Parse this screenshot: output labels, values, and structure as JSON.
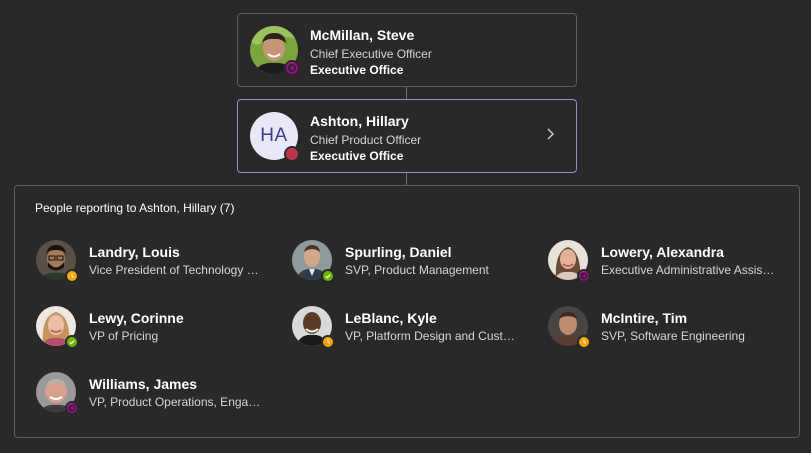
{
  "manager": {
    "name": "McMillan, Steve",
    "title": "Chief Executive Officer",
    "department": "Executive Office",
    "status": "away-ooo",
    "avatar_bg": "#7aa53a"
  },
  "focus": {
    "name": "Ashton, Hillary",
    "title": "Chief Product Officer",
    "department": "Executive Office",
    "initials": "HA",
    "status": "busy",
    "chevron_icon": "chevron-right-icon"
  },
  "reports": {
    "heading": "People reporting to Ashton, Hillary (7)",
    "people": [
      {
        "name": "Landry, Louis",
        "title": "Vice President of Technology Strategy",
        "status": "away"
      },
      {
        "name": "Spurling, Daniel",
        "title": "SVP, Product Management",
        "status": "available"
      },
      {
        "name": "Lowery, Alexandra",
        "title": "Executive Administrative Assistant",
        "status": "ooo"
      },
      {
        "name": "Lewy, Corinne",
        "title": "VP of Pricing",
        "status": "available"
      },
      {
        "name": "LeBlanc, Kyle",
        "title": "VP, Platform Design and Customer Experience",
        "status": "away"
      },
      {
        "name": "McIntire, Tim",
        "title": "SVP, Software Engineering",
        "status": "away"
      },
      {
        "name": "Williams, James",
        "title": "VP, Product Operations, Engagement",
        "status": "ooo"
      }
    ]
  },
  "colors": {
    "background": "#282828",
    "card_border": "#5c5c5c",
    "selected_border": "#8a8fd6",
    "available": "#6bb700",
    "away": "#f8a800",
    "busy": "#c4314b",
    "ooo": "#b4009e"
  }
}
